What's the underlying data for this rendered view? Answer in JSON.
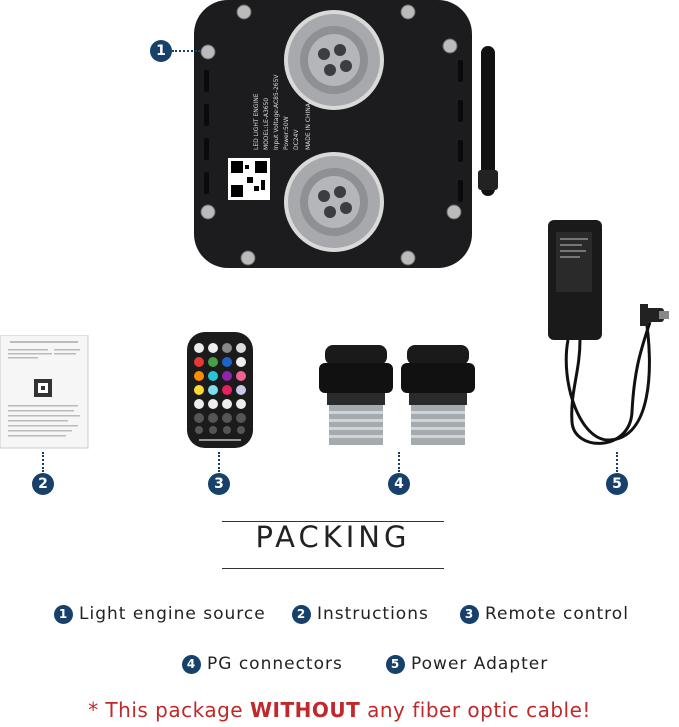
{
  "title": "PACKING",
  "callouts": [
    "1",
    "2",
    "3",
    "4",
    "5"
  ],
  "legend": [
    {
      "num": "1",
      "label": "Light engine source"
    },
    {
      "num": "2",
      "label": "Instructions"
    },
    {
      "num": "3",
      "label": "Remote control"
    },
    {
      "num": "4",
      "label": "PG connectors"
    },
    {
      "num": "5",
      "label": "Power Adapter"
    }
  ],
  "note": {
    "prefix": "* This package ",
    "emphasis": "WITHOUT",
    "suffix": " any fiber optic cable!"
  },
  "colors": {
    "badge": "#17416b",
    "note": "#c0282b",
    "device": "#1c1c1e"
  },
  "engine_label": {
    "line1": "LED LIGHT ENGINE",
    "line2": "MODEL:LE-A3650",
    "line3": "Input Voltage:AC85-265V",
    "line4": "Power:50W",
    "line5": "DC24V",
    "line6": "MADE IN CHINA"
  }
}
